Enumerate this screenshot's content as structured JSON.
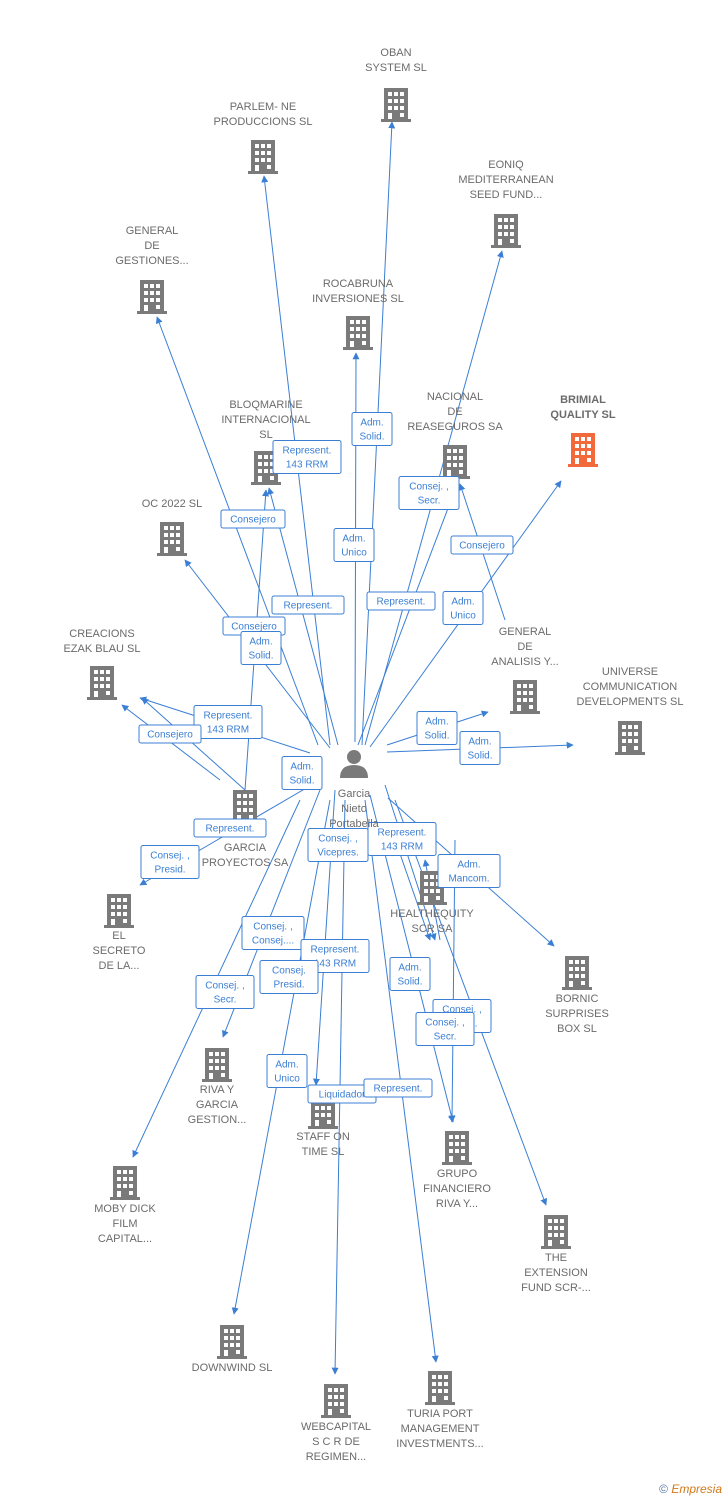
{
  "center": {
    "label": [
      "Garcia",
      "Nieto",
      "Portabella"
    ],
    "icon": "person-icon"
  },
  "highlight_color": "#f26a3b",
  "node_color": "#7a7a7a",
  "edge_color": "#3b7fd4",
  "nodes": [
    {
      "id": "oban",
      "label": [
        "OBAN",
        "SYSTEM  SL"
      ]
    },
    {
      "id": "parlem",
      "label": [
        "PARLEM- NE",
        "PRODUCCIONS SL"
      ]
    },
    {
      "id": "eoniq",
      "label": [
        "EONIQ",
        "MEDITERRANEAN",
        "SEED FUND..."
      ]
    },
    {
      "id": "general_gestiones",
      "label": [
        "GENERAL",
        "DE",
        "GESTIONES..."
      ]
    },
    {
      "id": "rocabruna",
      "label": [
        "ROCABRUNA",
        "INVERSIONES SL"
      ]
    },
    {
      "id": "brimial",
      "label": [
        "BRIMIAL",
        "QUALITY  SL"
      ],
      "highlight": true
    },
    {
      "id": "bloqmarine",
      "label": [
        "BLOQMARINE",
        "INTERNACIONAL",
        "SL"
      ]
    },
    {
      "id": "nacional",
      "label": [
        "NACIONAL",
        "DE",
        "REASEGUROS SA"
      ]
    },
    {
      "id": "oc2022",
      "label": [
        "OC 2022  SL"
      ]
    },
    {
      "id": "general_analisis",
      "label": [
        "GENERAL",
        "DE",
        "ANALISIS Y..."
      ]
    },
    {
      "id": "creacions",
      "label": [
        "CREACIONS",
        "EZAK BLAU SL"
      ]
    },
    {
      "id": "universe",
      "label": [
        "UNIVERSE",
        "COMMUNICATION",
        "DEVELOPMENTS SL"
      ]
    },
    {
      "id": "riva_proyectos",
      "label": [
        "GARCIA",
        "PROYECTOS SA"
      ]
    },
    {
      "id": "healthequity",
      "label": [
        "HEALTHEQUITY",
        "SCR SA"
      ]
    },
    {
      "id": "secreto",
      "label": [
        "EL",
        "SECRETO",
        "DE LA..."
      ]
    },
    {
      "id": "bornic",
      "label": [
        "BORNIC",
        "SURPRISES",
        "BOX  SL"
      ]
    },
    {
      "id": "riva_gestion",
      "label": [
        "RIVA Y",
        "GARCIA",
        "GESTION..."
      ]
    },
    {
      "id": "staff",
      "label": [
        "STAFF ON",
        "TIME SL"
      ]
    },
    {
      "id": "grupo",
      "label": [
        "GRUPO",
        "FINANCIERO",
        "RIVA Y..."
      ]
    },
    {
      "id": "mobydick",
      "label": [
        "MOBY DICK",
        "FILM",
        "CAPITAL..."
      ]
    },
    {
      "id": "extension",
      "label": [
        "THE",
        "EXTENSION",
        "FUND SCR-..."
      ]
    },
    {
      "id": "downwind",
      "label": [
        "DOWNWIND SL"
      ]
    },
    {
      "id": "webcapital",
      "label": [
        "WEBCAPITAL",
        "S C R DE",
        "REGIMEN..."
      ]
    },
    {
      "id": "turia",
      "label": [
        "TURIA PORT",
        "MANAGEMENT",
        "INVESTMENTS..."
      ]
    }
  ],
  "tags": [
    {
      "lines": [
        "Represent.",
        "143 RRM"
      ]
    },
    {
      "lines": [
        "Adm.",
        "Solid."
      ]
    },
    {
      "lines": [
        "Consej. ,",
        "Secr."
      ]
    },
    {
      "lines": [
        "Consejero"
      ]
    },
    {
      "lines": [
        "Adm.",
        "Unico"
      ]
    },
    {
      "lines": [
        "Consejero"
      ]
    },
    {
      "lines": [
        "Represent."
      ]
    },
    {
      "lines": [
        "Represent."
      ]
    },
    {
      "lines": [
        "Adm.",
        "Unico"
      ]
    },
    {
      "lines": [
        "Consejero"
      ]
    },
    {
      "lines": [
        "Adm.",
        "Solid."
      ]
    },
    {
      "lines": [
        "Represent.",
        "143 RRM"
      ]
    },
    {
      "lines": [
        "Consejero"
      ]
    },
    {
      "lines": [
        "Adm.",
        "Solid."
      ]
    },
    {
      "lines": [
        "Adm.",
        "Solid."
      ]
    },
    {
      "lines": [
        "Adm.",
        "Solid."
      ]
    },
    {
      "lines": [
        "Represent."
      ]
    },
    {
      "lines": [
        "Consej. ,",
        "Vicepres."
      ]
    },
    {
      "lines": [
        "Represent.",
        "143 RRM"
      ]
    },
    {
      "lines": [
        "Consej. ,",
        "Presid."
      ]
    },
    {
      "lines": [
        "Adm.",
        "Mancom."
      ]
    },
    {
      "lines": [
        "Consej. ,",
        "Consej...."
      ]
    },
    {
      "lines": [
        "Represent.",
        "143 RRM"
      ]
    },
    {
      "lines": [
        "Consej. ,",
        "Secr."
      ]
    },
    {
      "lines": [
        "Consej.",
        "Presid."
      ]
    },
    {
      "lines": [
        "Adm.",
        "Solid."
      ]
    },
    {
      "lines": [
        "Consej. ,",
        "Presid."
      ]
    },
    {
      "lines": [
        "Consej. ,",
        "Secr."
      ]
    },
    {
      "lines": [
        "Adm.",
        "Unico"
      ]
    },
    {
      "lines": [
        "Liquidador"
      ]
    },
    {
      "lines": [
        "Represent."
      ]
    }
  ],
  "copyright": {
    "symbol": "©",
    "brand": "Empresia"
  }
}
